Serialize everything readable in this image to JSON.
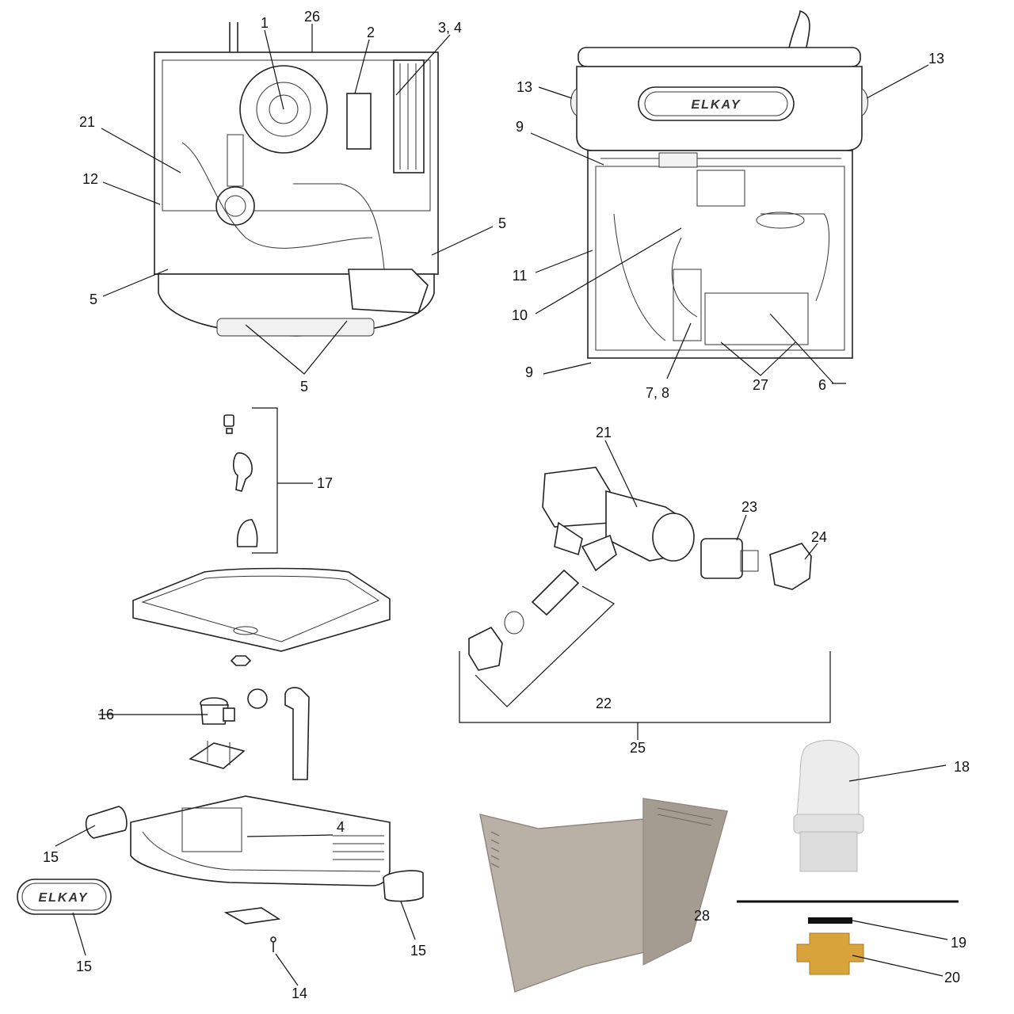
{
  "logos": {
    "front_badge": "ELKAY",
    "bezel_badge": "ELKAY"
  },
  "callouts": [
    {
      "id": "c-26",
      "text": "26"
    },
    {
      "id": "c-1",
      "text": "1"
    },
    {
      "id": "c-2",
      "text": "2"
    },
    {
      "id": "c-3-4",
      "text": "3, 4"
    },
    {
      "id": "c-21-top",
      "text": "21"
    },
    {
      "id": "c-12",
      "text": "12"
    },
    {
      "id": "c-5-right",
      "text": "5"
    },
    {
      "id": "c-5-left",
      "text": "5"
    },
    {
      "id": "c-5-bottom",
      "text": "5"
    },
    {
      "id": "c-13-left",
      "text": "13"
    },
    {
      "id": "c-13-right",
      "text": "13"
    },
    {
      "id": "c-9-top",
      "text": "9"
    },
    {
      "id": "c-11",
      "text": "11"
    },
    {
      "id": "c-10",
      "text": "10"
    },
    {
      "id": "c-9-bottom",
      "text": "9"
    },
    {
      "id": "c-7-8",
      "text": "7, 8"
    },
    {
      "id": "c-27",
      "text": "27"
    },
    {
      "id": "c-6",
      "text": "6"
    },
    {
      "id": "c-17",
      "text": "17"
    },
    {
      "id": "c-21-valve",
      "text": "21"
    },
    {
      "id": "c-23",
      "text": "23"
    },
    {
      "id": "c-24",
      "text": "24"
    },
    {
      "id": "c-22",
      "text": "22"
    },
    {
      "id": "c-25",
      "text": "25"
    },
    {
      "id": "c-16",
      "text": "16"
    },
    {
      "id": "c-18",
      "text": "18"
    },
    {
      "id": "c-4",
      "text": "4"
    },
    {
      "id": "c-15-left",
      "text": "15"
    },
    {
      "id": "c-15-bottom",
      "text": "15"
    },
    {
      "id": "c-15-right",
      "text": "15"
    },
    {
      "id": "c-28",
      "text": "28"
    },
    {
      "id": "c-19",
      "text": "19"
    },
    {
      "id": "c-20",
      "text": "20"
    },
    {
      "id": "c-14",
      "text": "14"
    }
  ],
  "colors": {
    "line": "#222222",
    "shroud": "#b9b0a6",
    "bubbler": "#e6e6e6",
    "adapter": "#d9a33b"
  }
}
